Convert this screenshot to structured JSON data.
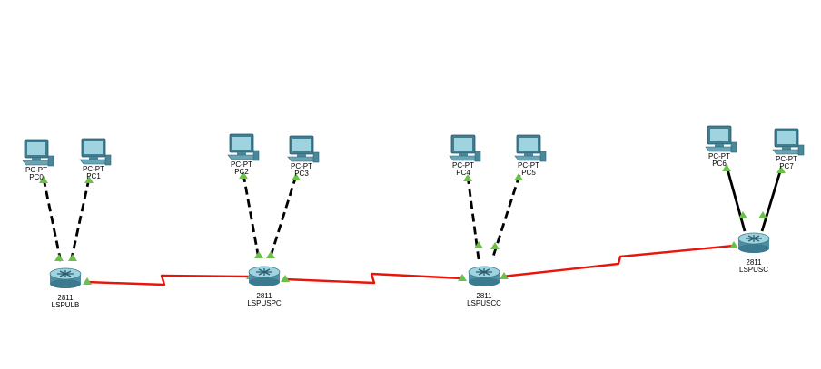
{
  "colors": {
    "serial_link": "#e8150b",
    "ethernet_link": "#000000",
    "link_status_up": "#6dbf4b",
    "device_body": "#4f8fa4",
    "device_highlight": "#9fd3e0"
  },
  "routers": [
    {
      "id": "r1",
      "model": "2811",
      "name": "LSPULB",
      "icon": "router-icon"
    },
    {
      "id": "r2",
      "model": "2811",
      "name": "LSPUSPC",
      "icon": "router-icon"
    },
    {
      "id": "r3",
      "model": "2811",
      "name": "LSPUSCC",
      "icon": "router-icon"
    },
    {
      "id": "r4",
      "model": "2811",
      "name": "LSPUSC",
      "icon": "router-icon"
    }
  ],
  "pcs": [
    {
      "id": "pc0",
      "model": "PC-PT",
      "name": "PC0",
      "icon": "pc-icon"
    },
    {
      "id": "pc1",
      "model": "PC-PT",
      "name": "PC1",
      "icon": "pc-icon"
    },
    {
      "id": "pc2",
      "model": "PC-PT",
      "name": "PC2",
      "icon": "pc-icon"
    },
    {
      "id": "pc3",
      "model": "PC-PT",
      "name": "PC3",
      "icon": "pc-icon"
    },
    {
      "id": "pc4",
      "model": "PC-PT",
      "name": "PC4",
      "icon": "pc-icon"
    },
    {
      "id": "pc5",
      "model": "PC-PT",
      "name": "PC5",
      "icon": "pc-icon"
    },
    {
      "id": "pc6",
      "model": "PC-PT",
      "name": "PC6",
      "icon": "pc-icon"
    },
    {
      "id": "pc7",
      "model": "PC-PT",
      "name": "PC7",
      "icon": "pc-icon"
    }
  ],
  "links": [
    {
      "from": "r1",
      "to": "r2",
      "type": "serial"
    },
    {
      "from": "r2",
      "to": "r3",
      "type": "serial"
    },
    {
      "from": "r3",
      "to": "r4",
      "type": "serial"
    },
    {
      "from": "pc0",
      "to": "r1",
      "type": "ethernet-crossover"
    },
    {
      "from": "pc1",
      "to": "r1",
      "type": "ethernet-crossover"
    },
    {
      "from": "pc2",
      "to": "r2",
      "type": "ethernet-crossover"
    },
    {
      "from": "pc3",
      "to": "r2",
      "type": "ethernet-crossover"
    },
    {
      "from": "pc4",
      "to": "r3",
      "type": "ethernet-crossover"
    },
    {
      "from": "pc5",
      "to": "r3",
      "type": "ethernet-crossover"
    },
    {
      "from": "pc6",
      "to": "r4",
      "type": "ethernet-straight"
    },
    {
      "from": "pc7",
      "to": "r4",
      "type": "ethernet-straight"
    }
  ]
}
